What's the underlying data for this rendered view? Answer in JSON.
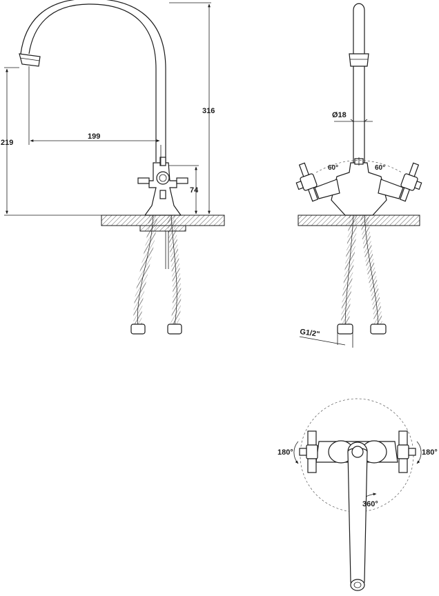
{
  "dimensions": {
    "total_height": "316",
    "spout_height": "219",
    "spout_reach": "199",
    "body_height": "74",
    "pipe_diameter": "Ø18",
    "handle_angle_left": "60°",
    "handle_angle_right": "60°",
    "connection_thread": "G1/2\"",
    "handle_rotation_left": "180°",
    "handle_rotation_right": "180°",
    "spout_rotation": "360°"
  }
}
